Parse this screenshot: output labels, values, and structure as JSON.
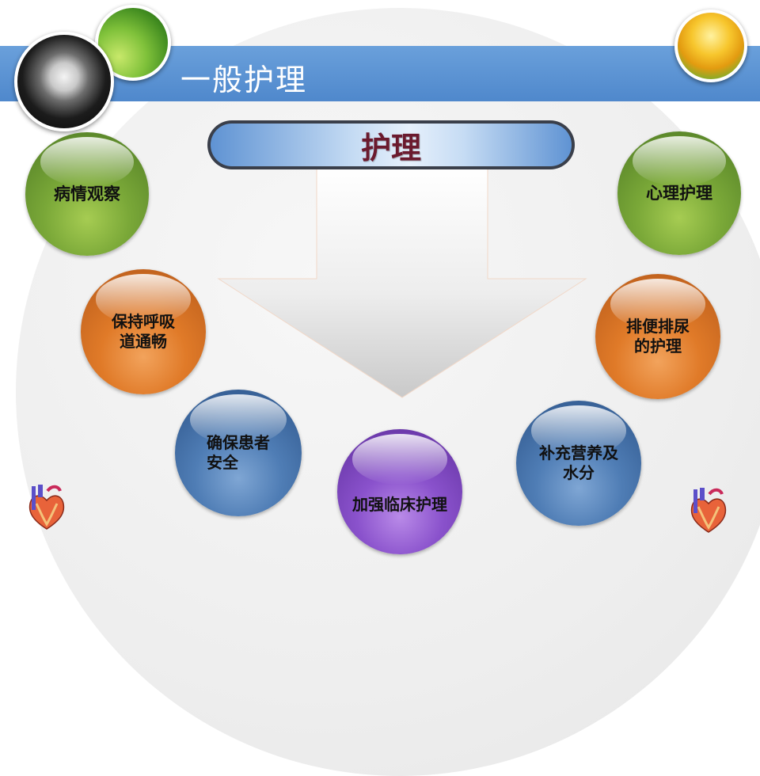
{
  "slide": {
    "title": "一般护理",
    "center_label": "护理",
    "items": [
      {
        "label_line1": "病情观察",
        "label_line2": ""
      },
      {
        "label_line1": "保持呼吸",
        "label_line2": "道通畅"
      },
      {
        "label_line1": "确保患者",
        "label_line2": "安全"
      },
      {
        "label_line1": "加强临床护理",
        "label_line2": ""
      },
      {
        "label_line1": "补充营养及",
        "label_line2": "水分"
      },
      {
        "label_line1": "排便排尿",
        "label_line2": "的护理"
      },
      {
        "label_line1": "心理护理",
        "label_line2": ""
      }
    ]
  },
  "colors": {
    "title_bar": "#5b92d2",
    "center_text": "#6b1a2e",
    "green": "#7aa838",
    "orange": "#e07a28",
    "blue": "#4f7db5",
    "purple": "#8a52cc"
  },
  "icons": [
    "dandelion-photo",
    "leaf-photo",
    "tulip-photo",
    "heart-icon"
  ]
}
